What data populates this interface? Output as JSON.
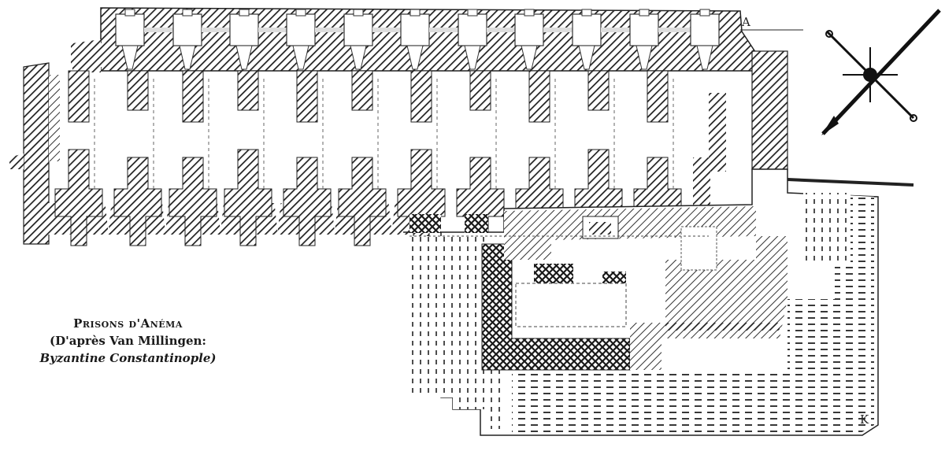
{
  "caption": {
    "title": "Prisons d'Anéma",
    "source": "(D'après Van Millingen:",
    "book": "Byzantine Constantinople)"
  },
  "labels": {
    "corner_top": "A",
    "corner_bottom": "K"
  },
  "legend": {
    "north_arrow": "compass-rose-icon"
  },
  "colors": {
    "ink": "#222222",
    "paper": "#ffffff"
  }
}
